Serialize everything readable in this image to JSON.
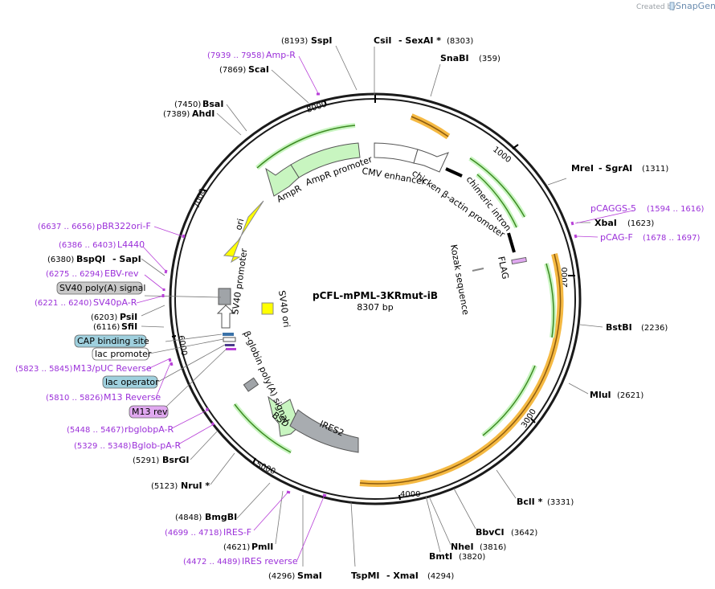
{
  "header": {
    "created_by": "Created by",
    "brand": "SnapGene"
  },
  "plasmid": {
    "name": "pCFL-mPML-3KRmut-iB",
    "size": "8307 bp"
  },
  "enzymes": [
    {
      "name": "CsiI",
      "extra": "- SexAI *",
      "pos": "(8303)"
    },
    {
      "name": "SnaBI",
      "pos": "(359)"
    },
    {
      "name": "MreI",
      "extra": "- SgrAI",
      "pos": "(1311)"
    },
    {
      "name": "XbaI",
      "pos": "(1623)"
    },
    {
      "name": "BstBI",
      "pos": "(2236)"
    },
    {
      "name": "MluI",
      "pos": "(2621)"
    },
    {
      "name": "BclI *",
      "pos": "(3331)"
    },
    {
      "name": "BbvCI",
      "pos": "(3642)"
    },
    {
      "name": "NheI",
      "pos": "(3816)"
    },
    {
      "name": "BmtI",
      "pos": "(3820)"
    },
    {
      "name": "TspMI",
      "extra": "- XmaI",
      "pos": "(4294)"
    },
    {
      "name": "SmaI",
      "pos": "(4296)"
    },
    {
      "name": "PmlI",
      "pos": "(4621)"
    },
    {
      "name": "BmgBI",
      "pos": "(4848)"
    },
    {
      "name": "NruI *",
      "pos": "(5123)"
    },
    {
      "name": "BsrGI",
      "pos": "(5291)"
    },
    {
      "name": "SfiI",
      "pos": "(6116)"
    },
    {
      "name": "PsiI",
      "pos": "(6203)"
    },
    {
      "name": "BspQI",
      "extra": "- SapI",
      "pos": "(6380)"
    },
    {
      "name": "AhdI",
      "pos": "(7389)"
    },
    {
      "name": "BsaI",
      "pos": "(7450)"
    },
    {
      "name": "ScaI",
      "pos": "(7869)"
    },
    {
      "name": "SspI",
      "pos": "(8193)"
    }
  ],
  "primers": [
    {
      "name": "Amp-R",
      "range": "(7939 .. 7958)"
    },
    {
      "name": "pCAGGS-5",
      "range": "(1594 .. 1616)"
    },
    {
      "name": "pCAG-F",
      "range": "(1678 .. 1697)"
    },
    {
      "name": "pBR322ori-F",
      "range": "(6637 .. 6656)"
    },
    {
      "name": "L4440",
      "range": "(6386 .. 6403)"
    },
    {
      "name": "EBV-rev",
      "range": "(6275 .. 6294)"
    },
    {
      "name": "SV40pA-R",
      "range": "(6221 .. 6240)"
    },
    {
      "name": "M13/pUC Reverse",
      "range": "(5823 .. 5845)"
    },
    {
      "name": "M13 Reverse",
      "range": "(5810 .. 5826)"
    },
    {
      "name": "rbglobpA-R",
      "range": "(5448 .. 5467)"
    },
    {
      "name": "Bglob-pA-R",
      "range": "(5329 .. 5348)"
    },
    {
      "name": "IRES-F",
      "range": "(4699 .. 4718)"
    },
    {
      "name": "IRES reverse",
      "range": "(4472 .. 4489)"
    }
  ],
  "boxed_labels": [
    {
      "text": "SV40 poly(A) signal",
      "color": "#c8c8c8"
    },
    {
      "text": "CAP binding site",
      "color": "#9fd0de"
    },
    {
      "text": "lac promoter",
      "color": "#ffffff"
    },
    {
      "text": "lac operator",
      "color": "#9fd0de"
    },
    {
      "text": "M13 rev",
      "color": "#e0a8f0"
    }
  ],
  "features": {
    "ampr": "AmpR",
    "ampr_promoter": "AmpR promoter",
    "cmv": "CMV enhancer",
    "cba": "chicken β-actin promoter",
    "intron": "chimeric intron",
    "flag": "FLAG",
    "kozak": "Kozak sequence",
    "ori": "ori",
    "sv40_promoter": "SV40 promoter",
    "sv40_ori": "SV40 ori",
    "bglobin": "β-globin poly(A) signal",
    "bsd": "BSD",
    "ires": "IRES2"
  },
  "ticks": [
    "1000",
    "2000",
    "3000",
    "4000",
    "5000",
    "6000",
    "7000",
    "8000"
  ],
  "colors": {
    "backbone": "#1a1a1a",
    "orf_fill": "#c8f5c0",
    "orf_stroke": "#4a9a2a",
    "cds_orange": "#f5b942",
    "primer": "#b840d8",
    "ori": "#ffff00",
    "grey_feature": "#a0a4a8"
  }
}
